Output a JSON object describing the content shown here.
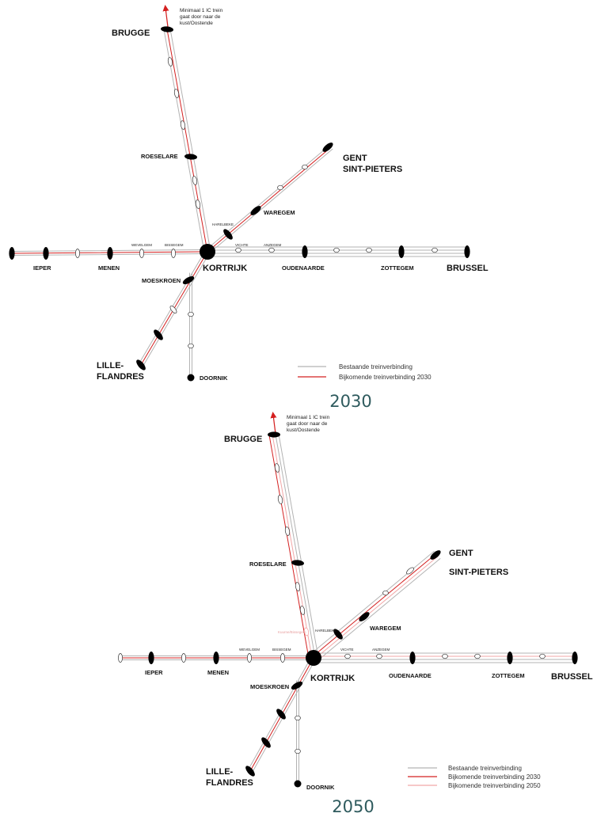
{
  "colors": {
    "existing_line": "#b3b3b3",
    "new_2030": "#d42020",
    "new_2050": "#f2a7a7",
    "station_fill": "#000000",
    "year_label": "#2f5b5e"
  },
  "maps": [
    {
      "id": "2030",
      "year_label": "2030",
      "note_lines": [
        "Minimaal 1 IC trein",
        "gaat door naar de",
        "kust/Oostende"
      ],
      "cities": {
        "brugge": "BRUGGE",
        "roeselare": "ROESELARE",
        "gent1": "GENT",
        "gent2": "SINT-PIETERS",
        "waregem": "WAREGEM",
        "harelbeke": "HARELBEKE",
        "ieper": "IEPER",
        "menen": "MENEN",
        "wevelgem": "WEVELGEM",
        "bissegem": "BISSEGEM",
        "vichte": "VICHTE",
        "anzegem": "ANZEGEM",
        "kortrijk": "KORTRIJK",
        "moeskroen": "MOESKROEN",
        "oudenaarde": "OUDENAARDE",
        "zottegem": "ZOTTEGEM",
        "brussel": "BRUSSEL",
        "lille1": "LILLE-",
        "lille2": "FLANDRES",
        "doornik": "DOORNIK"
      },
      "legend": [
        {
          "label": "Bestaande treinverbinding",
          "color": "#b3b3b3"
        },
        {
          "label": "Bijkomende treinverbinding 2030",
          "color": "#d42020"
        }
      ]
    },
    {
      "id": "2050",
      "year_label": "2050",
      "note_lines": [
        "Minimaal 1 IC trein",
        "gaat door naar de",
        "kust/Oostende"
      ],
      "ghost_label": "Kuurne/Bissegem",
      "cities": {
        "brugge": "BRUGGE",
        "roeselare": "ROESELARE",
        "gent1": "GENT",
        "gent2": "SINT-PIETERS",
        "waregem": "WAREGEM",
        "harelbeke": "HARELBEKE",
        "ieper": "IEPER",
        "menen": "MENEN",
        "wevelgem": "WEVELGEM",
        "bissegem": "BISSEGEM",
        "vichte": "VICHTE",
        "anzegem": "ANZEGEM",
        "kortrijk": "KORTRIJK",
        "moeskroen": "MOESKROEN",
        "oudenaarde": "OUDENAARDE",
        "zottegem": "ZOTTEGEM",
        "brussel": "BRUSSEL",
        "lille1": "LILLE-",
        "lille2": "FLANDRES",
        "doornik": "DOORNIK"
      },
      "legend": [
        {
          "label": "Bestaande treinverbinding",
          "color": "#b3b3b3"
        },
        {
          "label": "Bijkomende treinverbinding 2030",
          "color": "#d42020"
        },
        {
          "label": "Bijkomende treinverbinding 2050",
          "color": "#f2a7a7"
        }
      ]
    }
  ]
}
